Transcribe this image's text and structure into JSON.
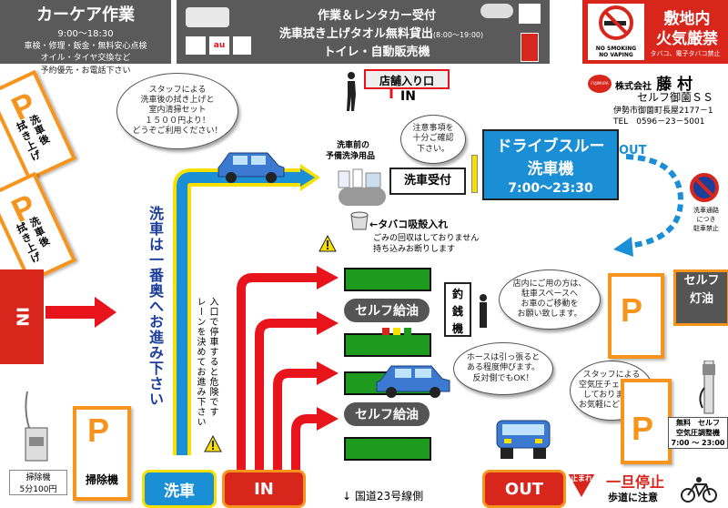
{
  "header": {
    "carcare": {
      "title": "カーケア作業",
      "hours": "9:00～18:30",
      "services_1": "車検・修理・鈑金・無料安心点検",
      "services_2": "オイル・タイヤ交換など",
      "note": "予約優先・お電話下さい"
    },
    "center": {
      "line1": "作業＆レンタカー受付",
      "line2_main": "洗車拭き上げタオル無料貸出",
      "line2_hours": "(8:00～19:00)",
      "line3": "トイレ・自動販売機"
    },
    "warning": {
      "title_1": "敷地内",
      "title_2": "火気厳禁",
      "nosmoke_1": "NO SMOKING",
      "nosmoke_2": "NO VAPING",
      "note": "タバコ、電子タバコ禁止"
    }
  },
  "company": {
    "logo_text": "FUJIMURA",
    "prefix": "株式会社",
    "name": "藤 村",
    "station": "セルフ御薗ＳＳ",
    "address": "伊勢市御薗町長屋2177－1",
    "tel": "TEL　0596－23－5001"
  },
  "store_entrance": {
    "label": "店舗入り口",
    "in_label": "IN"
  },
  "bubbles": {
    "staff_wipe": "スタッフによる\n洗車後の拭き上げと\n室内清掃セット\n１５００円より！\nどうぞご利用ください！",
    "caution": "注意事項を\n十分ご確認\n下さい。",
    "store_use": "店内にご用の方は、\n駐車スペースへ\nお車のご移動を\nお願い致します。",
    "hose": "ホースは引っ張ると\nある程度伸びます。\n反対側でもOK！",
    "tire_check": "スタッフによる\n空気圧チェックも\nしております！\nお気軽にどうぞ！"
  },
  "parking": {
    "p_letter": "P",
    "after_wash_label": "洗車後\n拭き上げ",
    "vacuum_label": "掃除機"
  },
  "wash": {
    "supplies_1": "洗車前の",
    "supplies_2": "予備洗浄用品",
    "reception": "洗車受付",
    "drive_through_1": "ドライブスルー",
    "drive_through_2": "洗車機",
    "drive_through_hours": "7:00～23:30",
    "out_label": "OUT",
    "lane_vertical": "洗車は一番奥へお進み下さい",
    "lane_warning": "入口で停車すると危険です\nレーンを決めてお進み下さい"
  },
  "ashtray": {
    "title": "←タバコ吸殻入れ",
    "note_1": "ごみの回収はしておりません",
    "note_2": "持ち込みお断りします"
  },
  "fuel": {
    "self_pump": "セルフ給油",
    "changer": "釣\n銭\n機",
    "self_kerosene": "セルフ\n灯油"
  },
  "side": {
    "in_label": "IN",
    "no_parking": "洗車通路\nにつき\n駐車禁止"
  },
  "vacuum": {
    "price_1": "掃除機",
    "price_2": "5分100円"
  },
  "air": {
    "label_1": "無料　セルフ",
    "label_2": "空気圧調整機",
    "hours": "7:00 ～ 23:00"
  },
  "bottom": {
    "wash_label": "洗車",
    "in_label": "IN",
    "road": "国道23号線側",
    "out_label": "OUT",
    "stop_sign": "止まれ",
    "stop_title": "一旦停止",
    "stop_sub": "歩道に注意"
  },
  "colors": {
    "orange": "#f7941d",
    "red": "#e8141b",
    "blue_sign": "#1b8fd6",
    "green_bay": "#1e9a1e",
    "header_gray": "#5a5a5a"
  }
}
